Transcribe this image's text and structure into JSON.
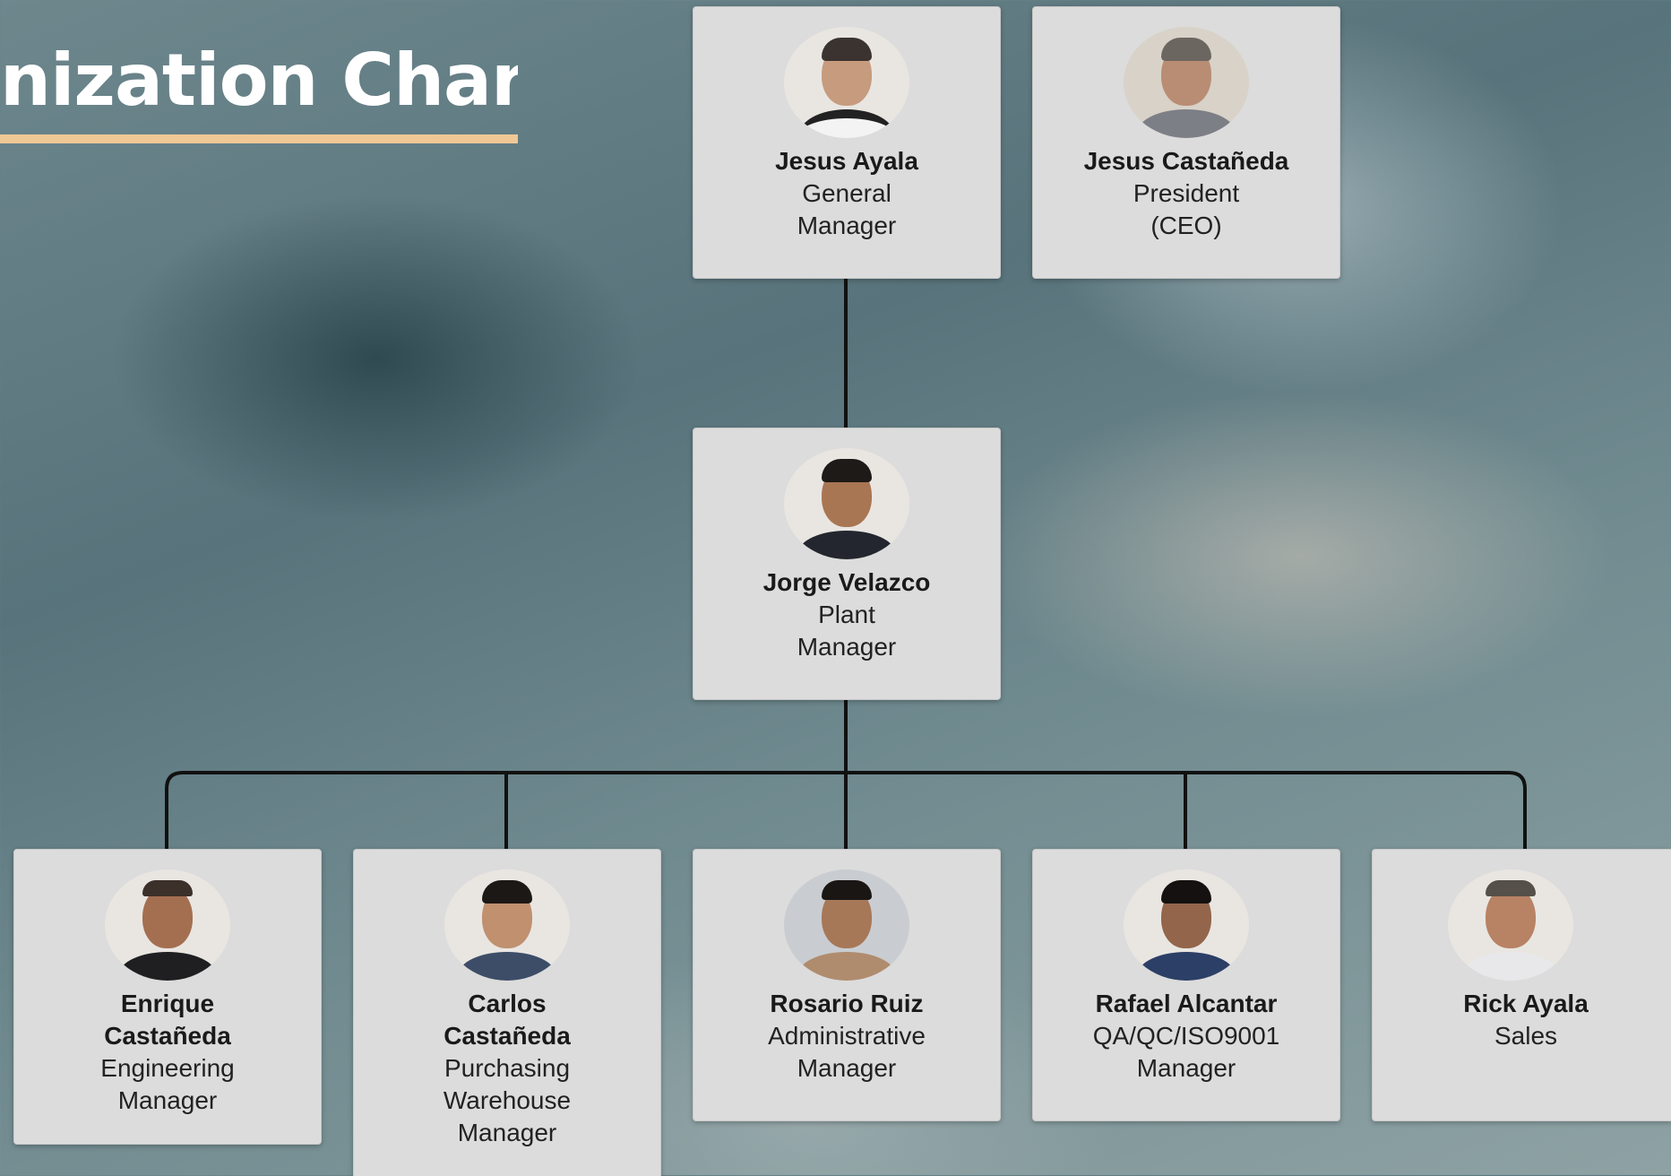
{
  "title": "nization Chart",
  "people": {
    "jesus_ayala": {
      "name": "Jesus Ayala",
      "role_line1": "General",
      "role_line2": "Manager"
    },
    "jesus_castaneda": {
      "name": "Jesus Castañeda",
      "role_line1": "President",
      "role_line2": "(CEO)"
    },
    "jorge_velazco": {
      "name": "Jorge Velazco",
      "role_line1": "Plant",
      "role_line2": "Manager"
    },
    "enrique_castaneda": {
      "name_line1": "Enrique",
      "name_line2": "Castañeda",
      "role_line1": "Engineering",
      "role_line2": "Manager"
    },
    "carlos_castaneda": {
      "name_line1": "Carlos",
      "name_line2": "Castañeda",
      "role_line1": "Purchasing",
      "role_line2": "Warehouse",
      "role_line3": "Manager"
    },
    "rosario_ruiz": {
      "name": "Rosario Ruiz",
      "role_line1": "Administrative",
      "role_line2": "Manager"
    },
    "rafael_alcantar": {
      "name": "Rafael Alcantar",
      "role_line1": "QA/QC/ISO9001",
      "role_line2": "Manager"
    },
    "rick_ayala": {
      "name": "Rick Ayala",
      "role_line1": "Sales"
    }
  },
  "colors": {
    "title_text": "#ffffff",
    "title_underline": "#f0c896",
    "card_background": "#dcdcdc",
    "connector": "#111111"
  }
}
